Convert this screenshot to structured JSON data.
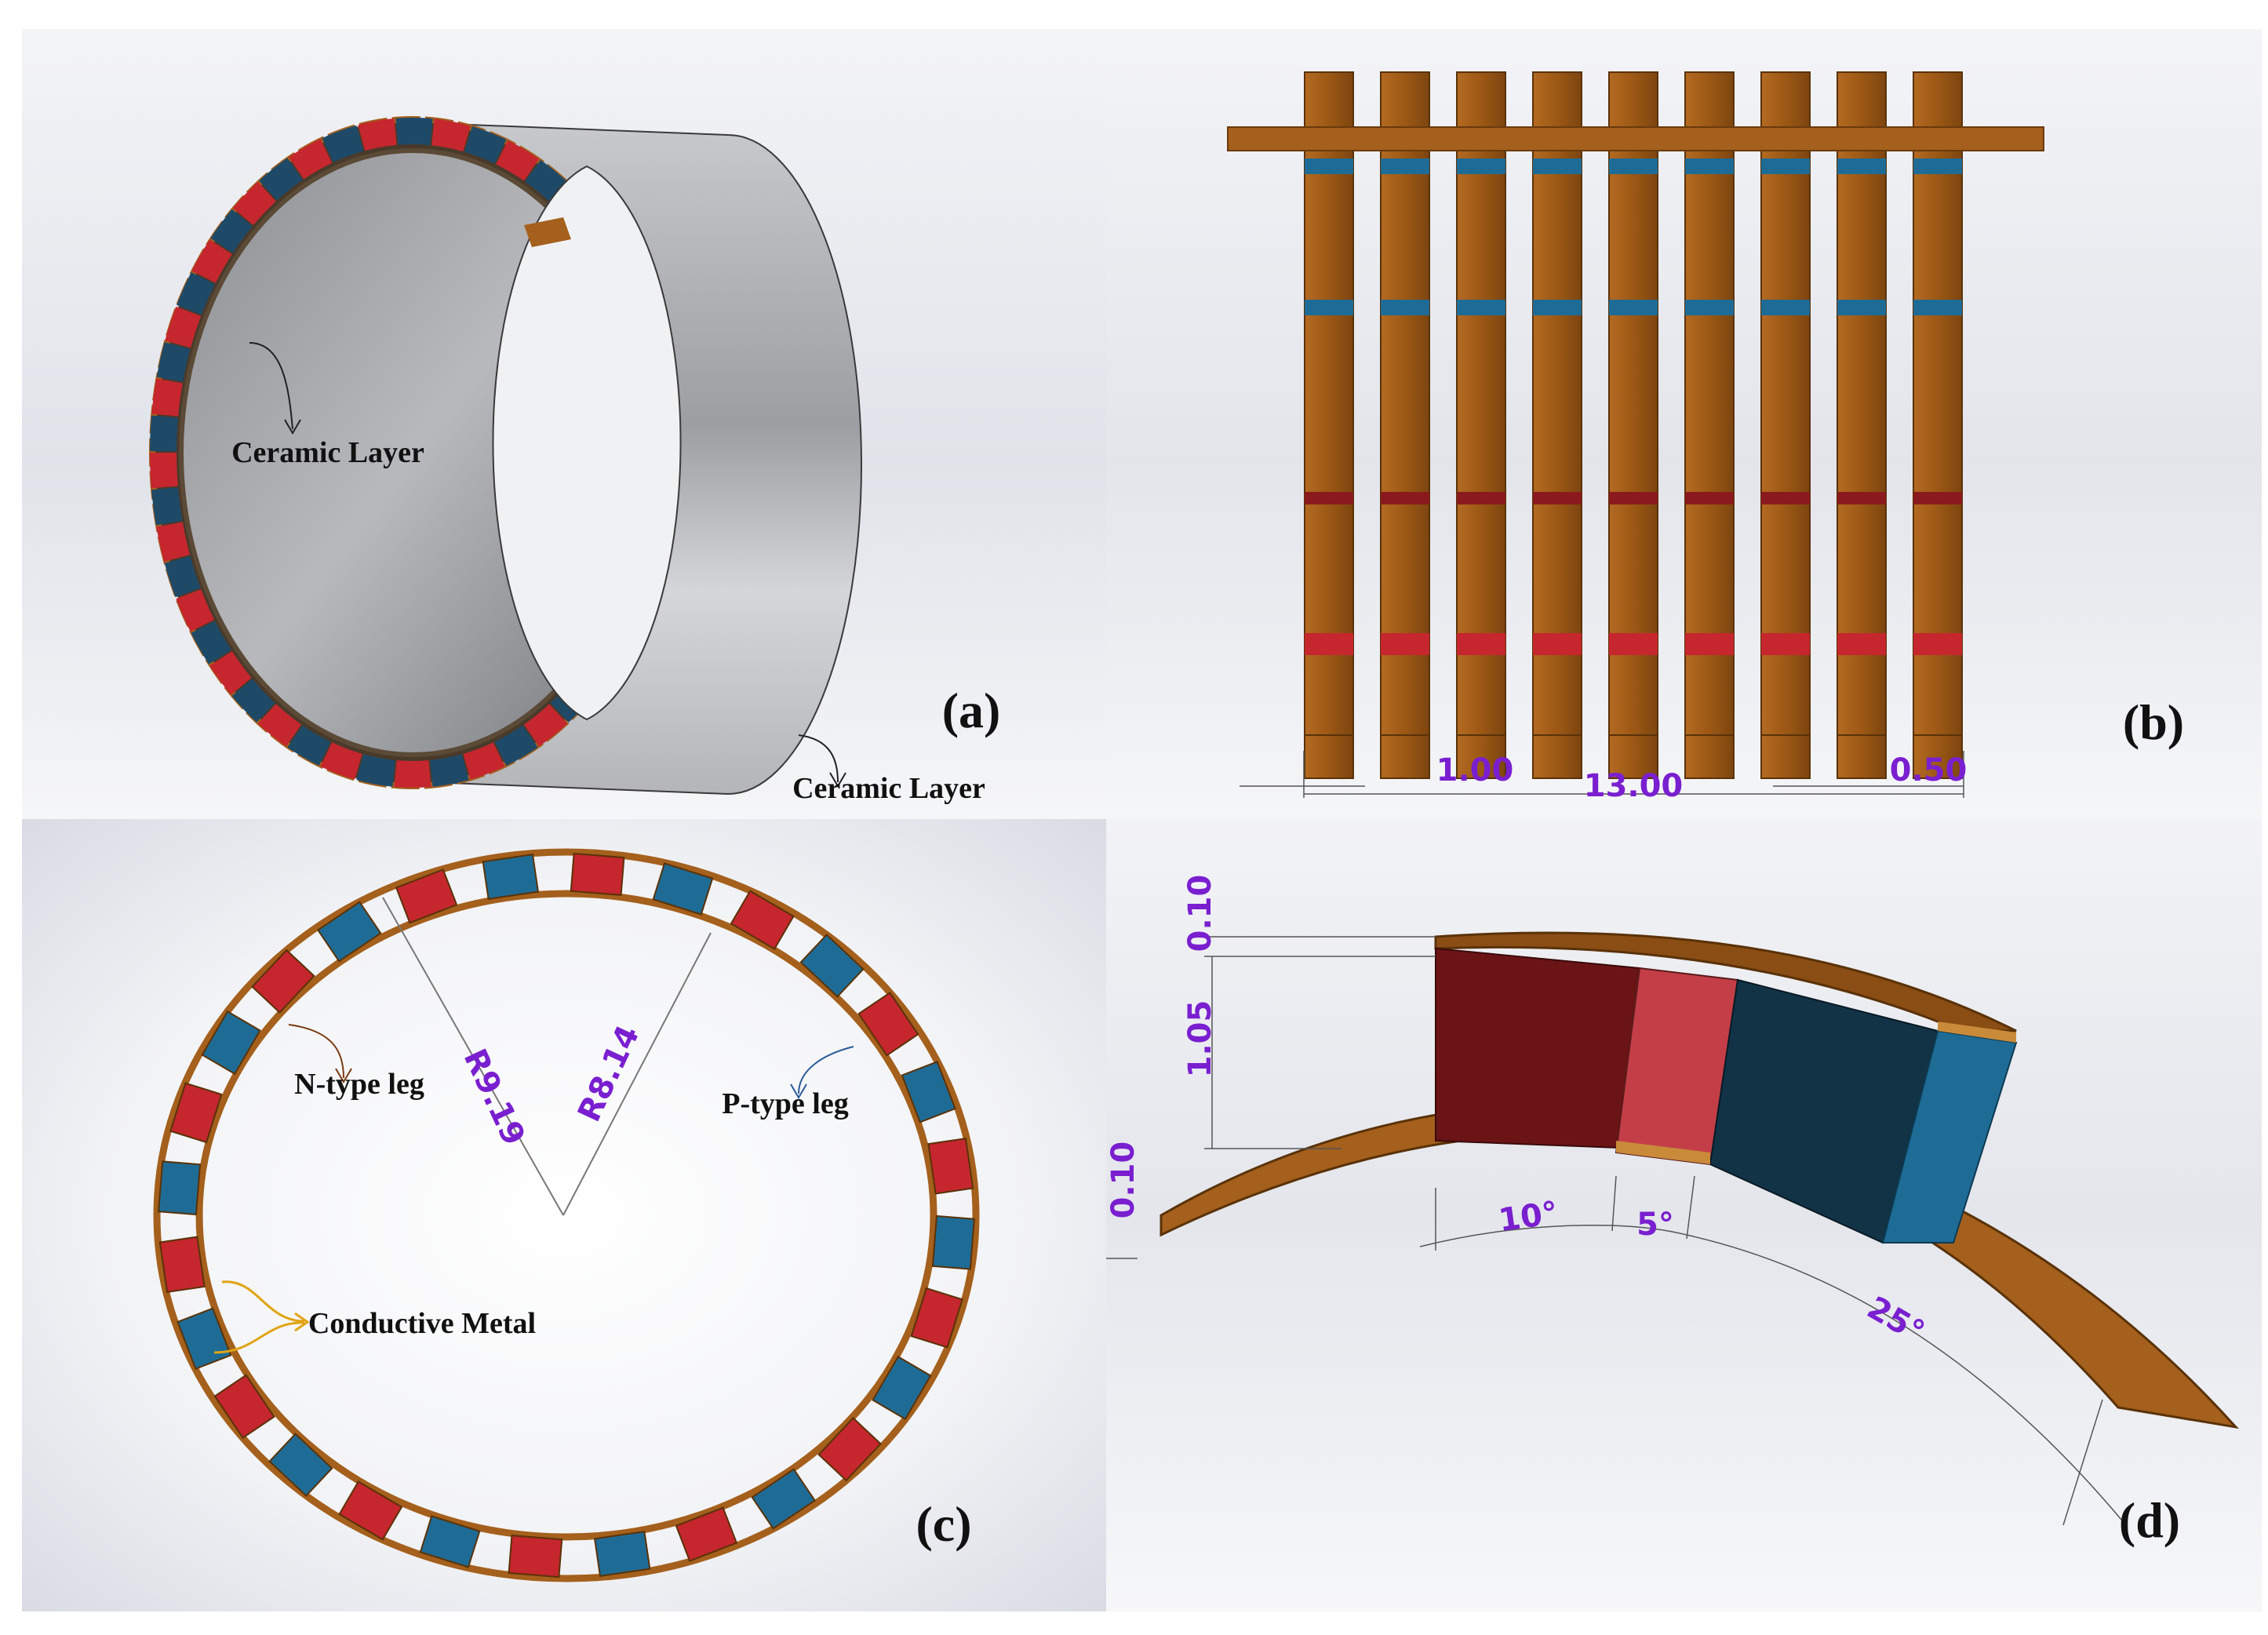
{
  "colors": {
    "n_type": "#C6262E",
    "p_type": "#1E6C96",
    "conductor": "#A4601C",
    "ceramic": "#A9ABAE",
    "dimension": "#7A1FD0"
  },
  "panel_a": {
    "tag": "(a)",
    "label_inner": "Ceramic Layer",
    "label_outer": "Ceramic Layer"
  },
  "panel_b": {
    "tag": "(b)",
    "dim_pitch": "1.00",
    "dim_total": "13.00",
    "dim_gap": "0.50"
  },
  "panel_c": {
    "tag": "(c)",
    "radius_outer": "R9.19",
    "radius_inner": "R8.14",
    "label_n": "N-type leg",
    "label_p": "P-type leg",
    "label_metal": "Conductive Metal"
  },
  "panel_d": {
    "tag": "(d)",
    "dim_top_metal": "0.10",
    "dim_leg_height": "1.05",
    "dim_bottom_metal": "0.10",
    "angle_leg": "10°",
    "angle_gap": "5°",
    "angle_pair": "25°"
  }
}
